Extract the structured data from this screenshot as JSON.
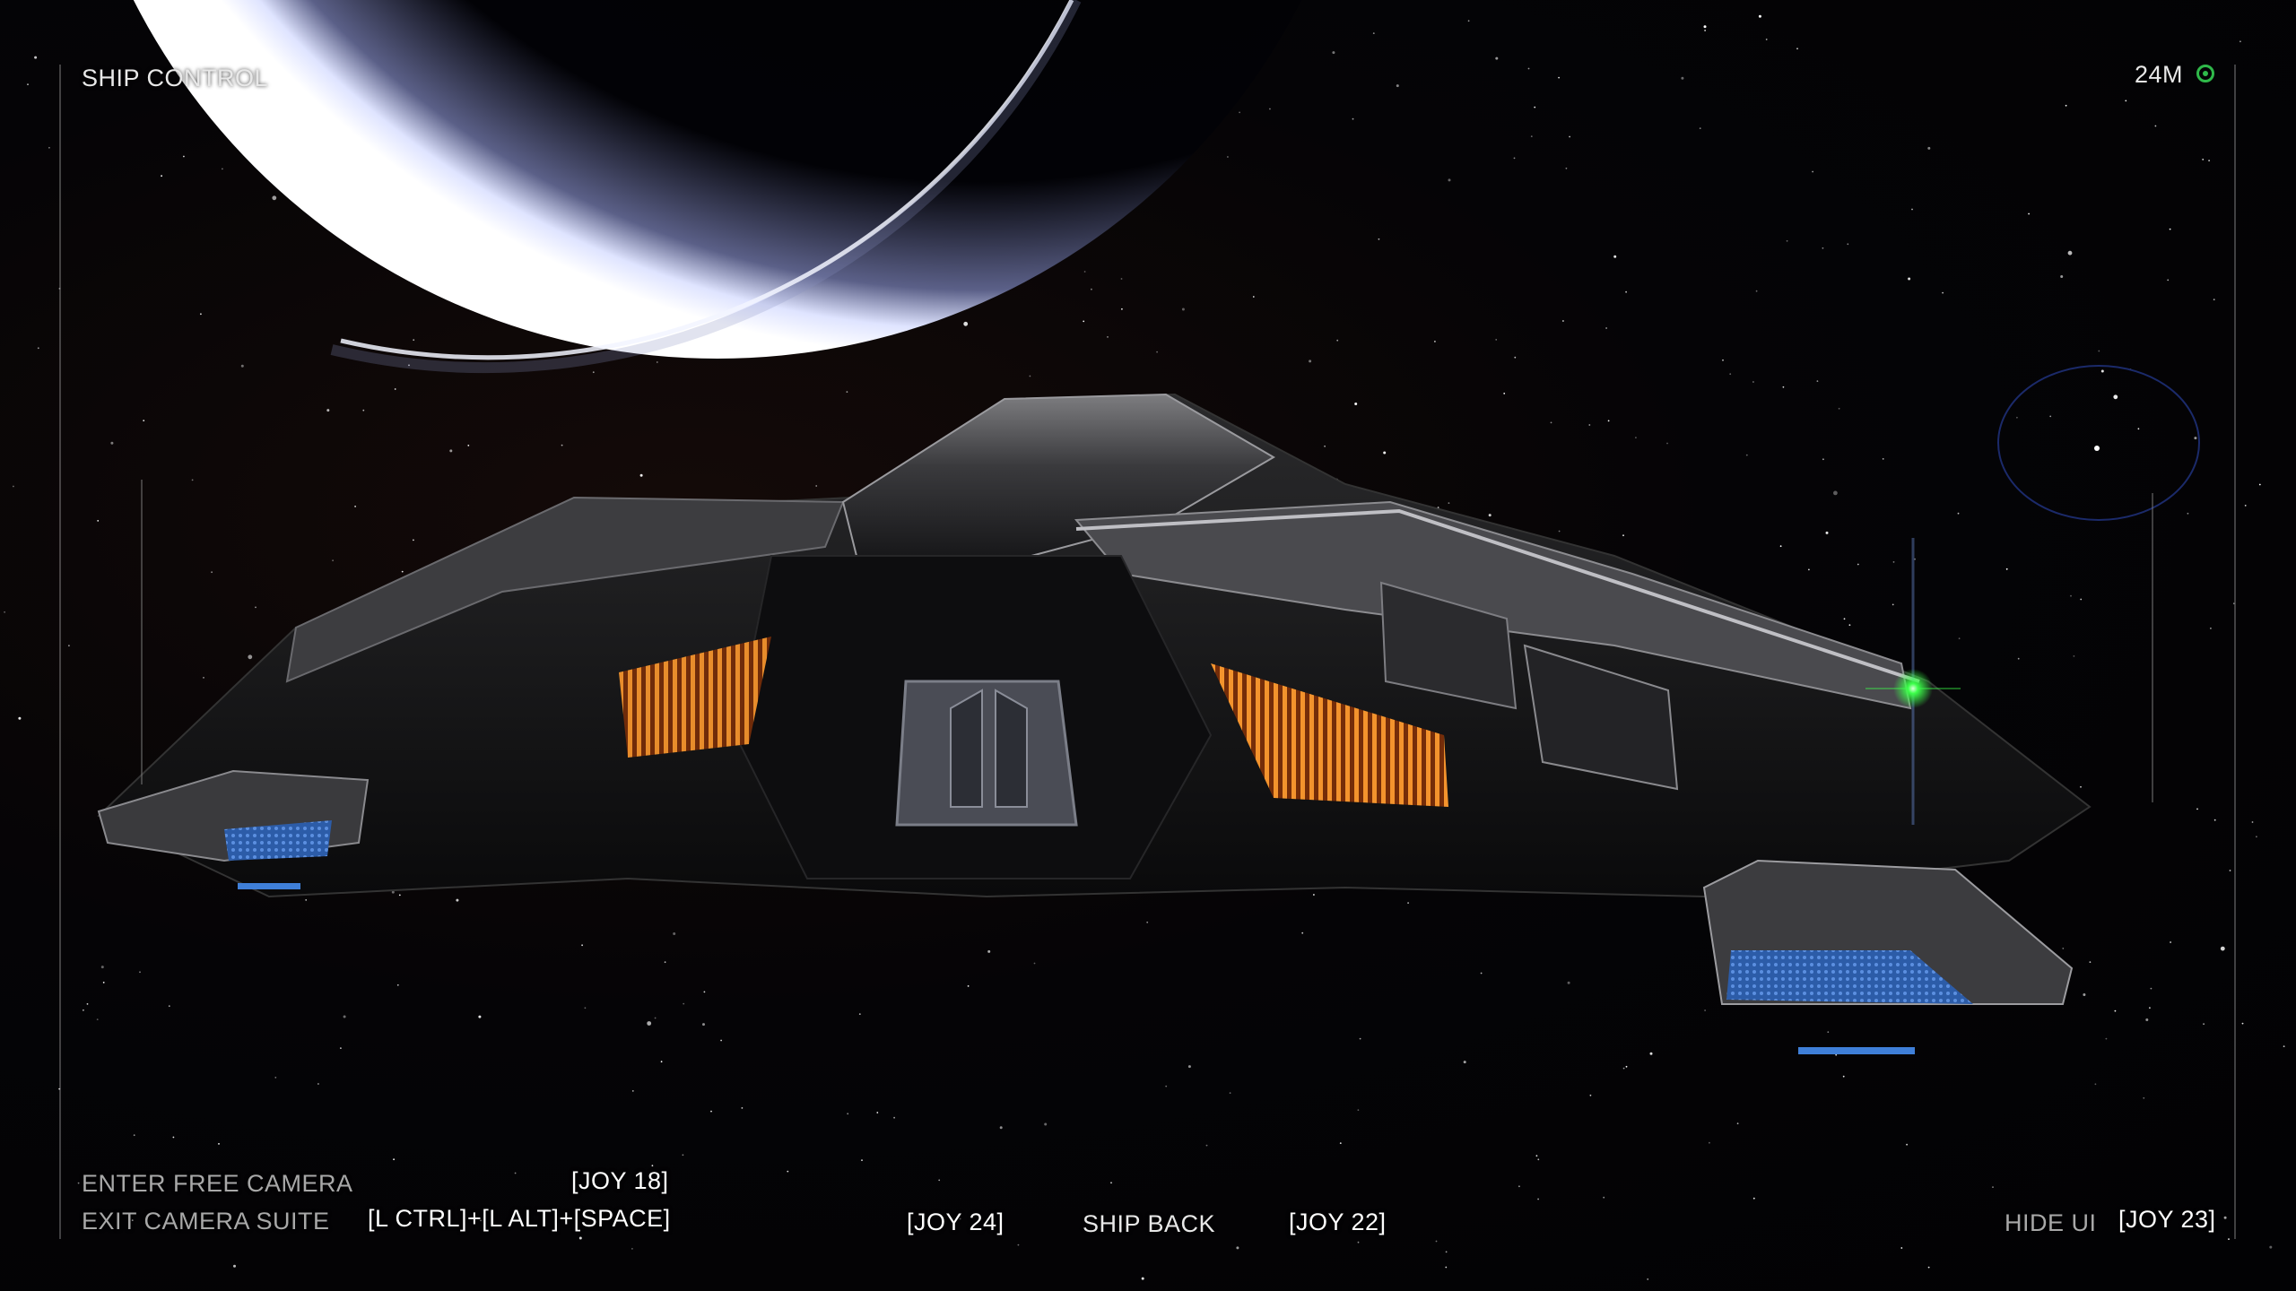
{
  "hud": {
    "title": "SHIP CONTROL",
    "distance": "24M",
    "status_color": "#2fb94a",
    "status_icon": "target-ring-icon"
  },
  "controls": {
    "free_camera": {
      "label": "ENTER FREE CAMERA",
      "key": "[JOY 18]"
    },
    "exit_suite": {
      "label": "EXIT CAMERA SUITE",
      "key": "[L CTRL]+[L ALT]+[SPACE]"
    },
    "ship_back": {
      "label": "SHIP BACK",
      "key_left": "[JOY 24]",
      "key_right": "[JOY 22]"
    },
    "hide_ui": {
      "label": "HIDE UI",
      "key": "[JOY 23]"
    }
  },
  "scene": {
    "planet_rim_color": "#dfe4ff",
    "engine_glow_color": "#f08a2a",
    "nav_light_color": "#3cff4a",
    "thruster_color": "#3f7fd8"
  }
}
